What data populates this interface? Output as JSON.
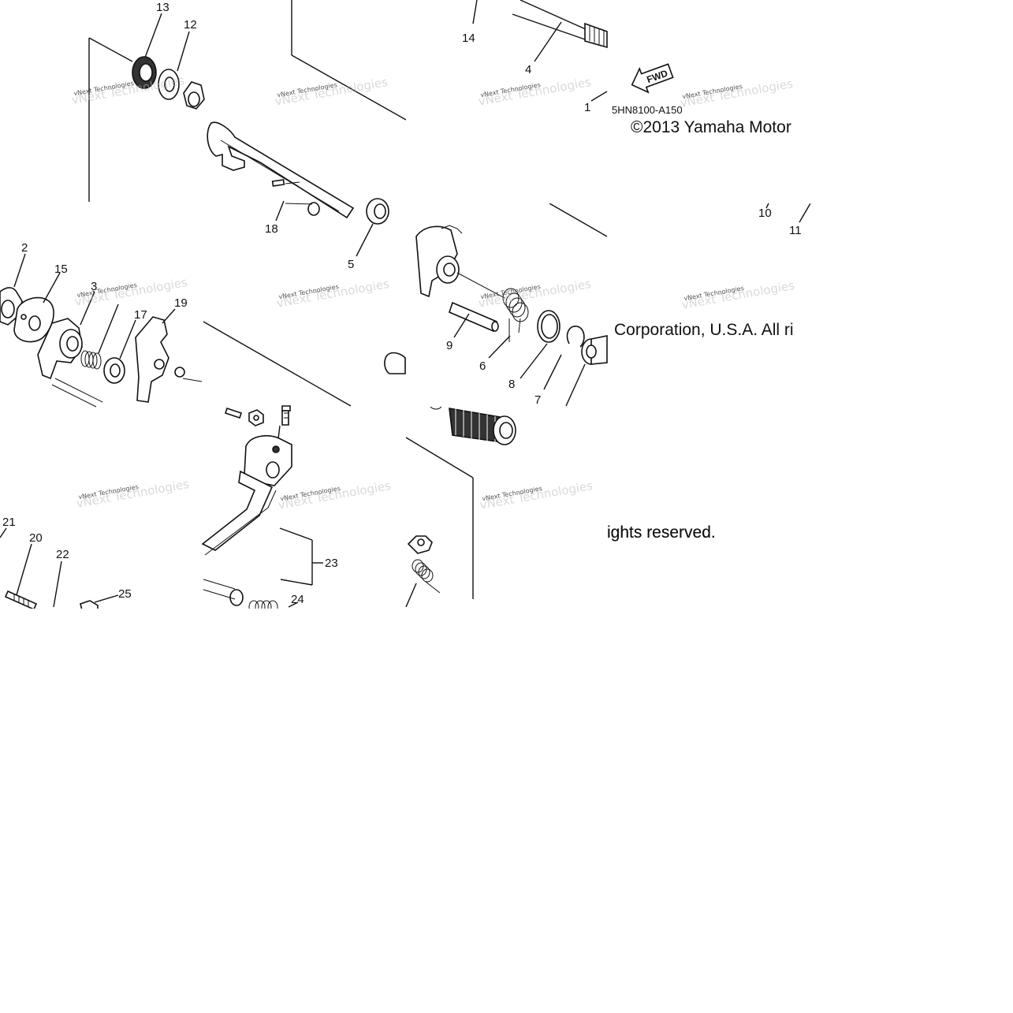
{
  "diagram": {
    "part_code": "5HN8100-A150",
    "copyright_line1": "©2013 Yamaha Motor",
    "copyright_line2": "Corporation, U.S.A. All ri",
    "copyright_line3": "ights reserved.",
    "fwd_arrow_label": "FWD",
    "watermark_text": "vNext Technologies",
    "callouts": {
      "c1": "1",
      "c2": "2",
      "c3": "3",
      "c4": "4",
      "c5": "5",
      "c6": "6",
      "c7": "7",
      "c8": "8",
      "c9": "9",
      "c10": "10",
      "c11": "11",
      "c12": "12",
      "c13": "13",
      "c14": "14",
      "c15": "15",
      "c17": "17",
      "c18": "18",
      "c19": "19",
      "c20": "20",
      "c21": "21",
      "c22": "22",
      "c23": "23",
      "c24": "24",
      "c25": "25"
    }
  }
}
